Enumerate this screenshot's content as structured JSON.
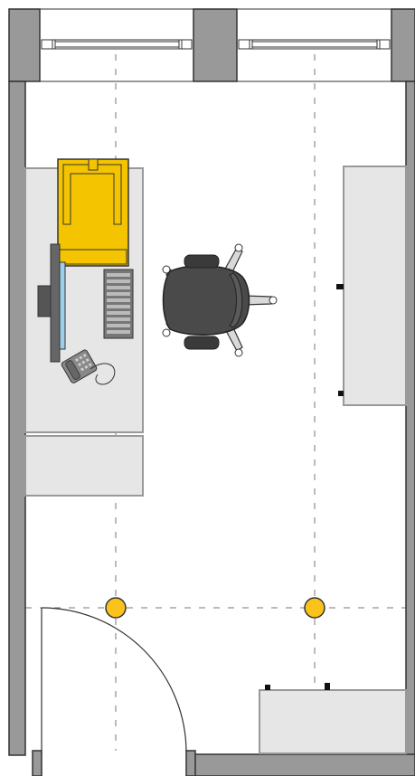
{
  "floor_plan": {
    "colors": {
      "wall": "#999999",
      "wall_stroke": "#333333",
      "furniture_fill": "#e6e6e6",
      "furniture_stroke": "#999999",
      "accent_yellow": "#f5c400",
      "accent_yellow_dark": "#c8a000",
      "chair": "#4a4a4a",
      "chair_frame": "#d9d9d9",
      "light": "#f9c31b",
      "gridline": "#777777"
    },
    "elements": [
      "wall",
      "window",
      "door",
      "desk",
      "desk-extension",
      "side-cabinet",
      "low-cabinet",
      "office-chair",
      "computer-monitor",
      "keyboard",
      "telephone",
      "ceiling-light"
    ]
  }
}
